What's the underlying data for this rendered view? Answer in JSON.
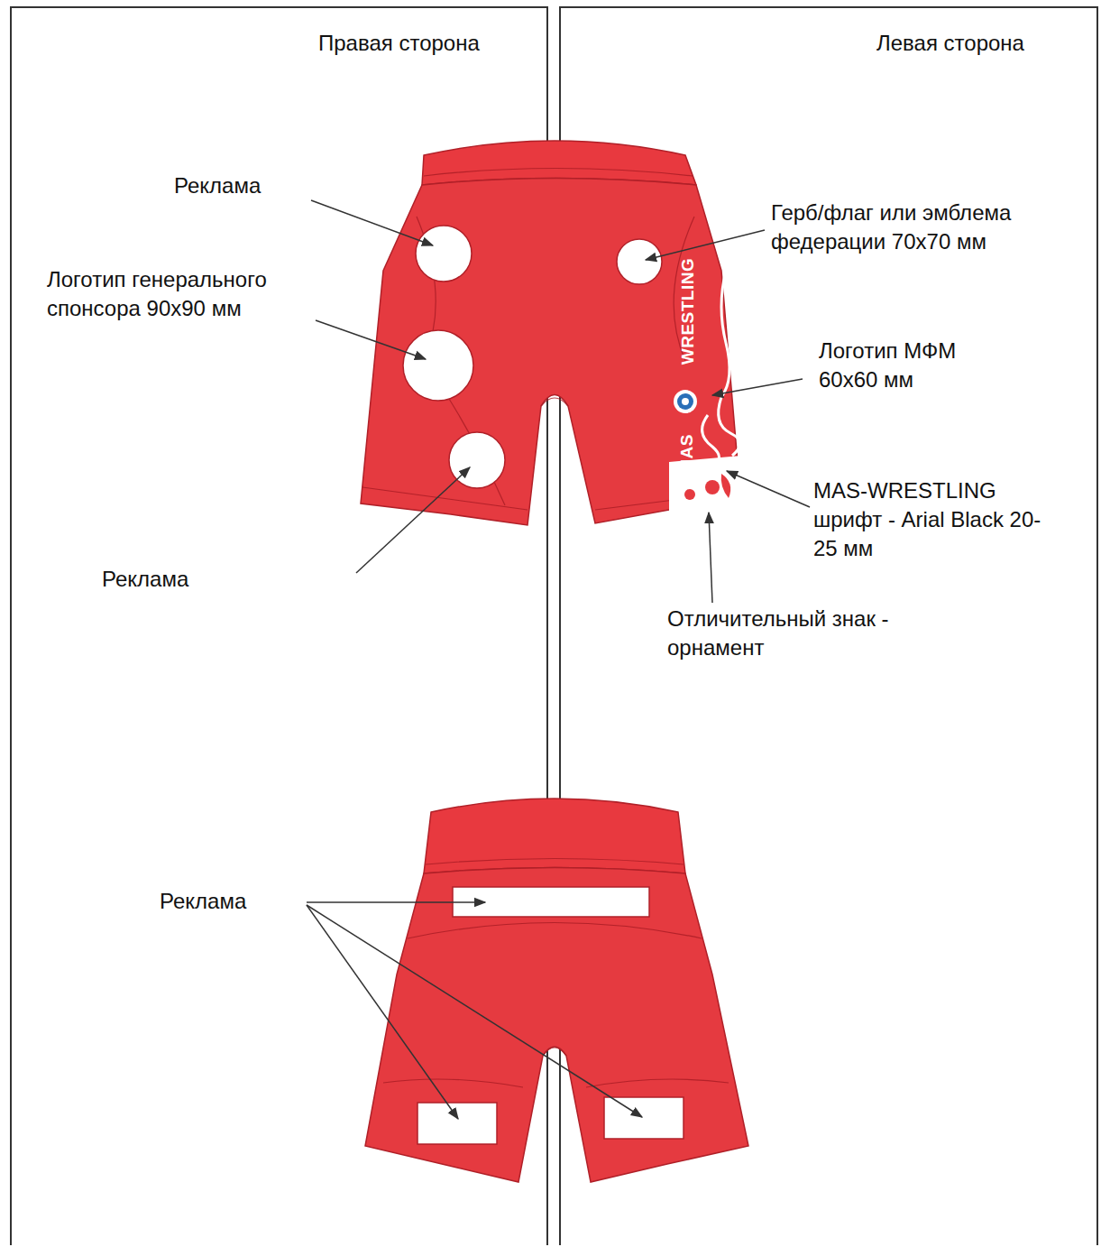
{
  "diagram": {
    "labels": [
      "Правая сторона",
      "Левая сторона",
      "Реклама",
      "Герб/флаг или эмблема федерации 70x70 мм",
      "Логотип генерального спонсора 90x90 мм",
      "Логотип МФМ 60x60 мм",
      "WRESTLING",
      "MAS",
      "MAS-WRESTLING шрифт - Arial Black 20-25 мм",
      "Реклама",
      "Отличительный знак - орнамент",
      "Реклама"
    ]
  }
}
